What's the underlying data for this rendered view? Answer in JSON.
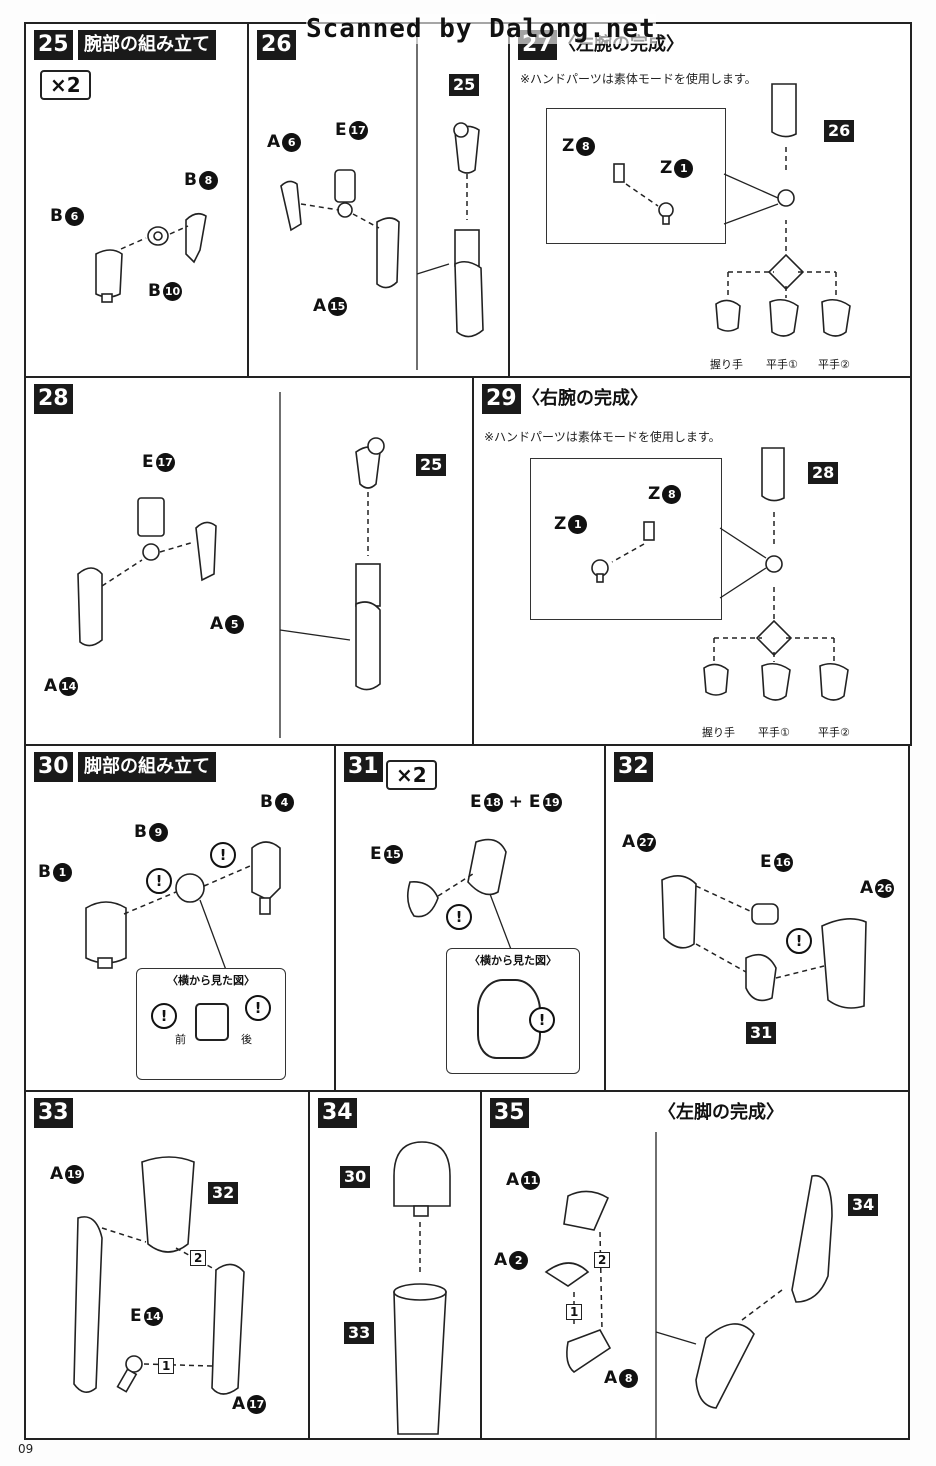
{
  "watermark": "Scanned by Dalong.net",
  "page_number": "09",
  "common": {
    "hand_note": "※ハンドパーツは素体モードを使用します。",
    "side_view": "〈横から見た図〉",
    "grip_hand": "握り手",
    "flat_hand_1": "平手①",
    "flat_hand_2": "平手②",
    "front": "前",
    "back": "後",
    "x2": "×2",
    "warn": "!"
  },
  "steps": {
    "s25": {
      "no": "25",
      "title": "腕部の組み立て",
      "labels": {
        "a": "B",
        "a_n": "6",
        "b": "B",
        "b_n": "8",
        "c": "B",
        "c_n": "10"
      }
    },
    "s26": {
      "no": "26",
      "labels": {
        "a": "A",
        "a_n": "6",
        "b": "E",
        "b_n": "17",
        "c": "A",
        "c_n": "15"
      },
      "ref": "25"
    },
    "s27": {
      "no": "27",
      "title": "〈左腕の完成〉",
      "labels": {
        "z8": "Z",
        "z8_n": "8",
        "z1": "Z",
        "z1_n": "1"
      },
      "ref": "26"
    },
    "s28": {
      "no": "28",
      "labels": {
        "a": "E",
        "a_n": "17",
        "b": "A",
        "b_n": "5",
        "c": "A",
        "c_n": "14"
      },
      "ref": "25"
    },
    "s29": {
      "no": "29",
      "title": "〈右腕の完成〉",
      "labels": {
        "z1": "Z",
        "z1_n": "1",
        "z8": "Z",
        "z8_n": "8"
      },
      "ref": "28"
    },
    "s30": {
      "no": "30",
      "title": "脚部の組み立て",
      "labels": {
        "a": "B",
        "a_n": "4",
        "b": "B",
        "b_n": "9",
        "c": "B",
        "c_n": "1"
      }
    },
    "s31": {
      "no": "31",
      "labels": {
        "a": "E",
        "a_n": "18",
        "plus": "+",
        "b": "E",
        "b_n": "19",
        "c": "E",
        "c_n": "15"
      }
    },
    "s32": {
      "no": "32",
      "labels": {
        "a": "A",
        "a_n": "27",
        "b": "E",
        "b_n": "16",
        "c": "A",
        "c_n": "26"
      },
      "ref": "31"
    },
    "s33": {
      "no": "33",
      "labels": {
        "a": "A",
        "a_n": "19",
        "b": "E",
        "b_n": "14",
        "c": "A",
        "c_n": "17",
        "ord1": "1",
        "ord2": "2"
      },
      "ref": "32"
    },
    "s34": {
      "no": "34",
      "ref_a": "30",
      "ref_b": "33"
    },
    "s35": {
      "no": "35",
      "title": "〈左脚の完成〉",
      "labels": {
        "a": "A",
        "a_n": "11",
        "b": "A",
        "b_n": "2",
        "c": "A",
        "c_n": "8",
        "ord1": "1",
        "ord2": "2"
      },
      "ref": "34"
    }
  }
}
